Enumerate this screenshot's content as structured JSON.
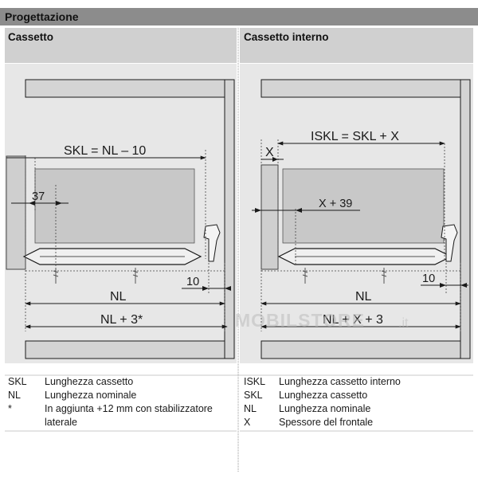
{
  "colors": {
    "header": "#8c8c8c",
    "subheader": "#d0d0d0",
    "panel": "#e7e7e7",
    "inner": "#c8c8c8",
    "line": "#1a1a1a",
    "watermark": "#c4c4c4"
  },
  "header": {
    "title": "Progettazione"
  },
  "left": {
    "heading": "Cassetto",
    "labels": {
      "skl": "SKL = NL – 10",
      "d37": "37",
      "d10": "10",
      "nl": "NL",
      "nl3": "NL + 3*"
    },
    "legend": [
      {
        "abbr": "SKL",
        "desc": "Lunghezza cassetto"
      },
      {
        "abbr": "NL",
        "desc": "Lunghezza nominale"
      },
      {
        "abbr": "*",
        "desc": "In aggiunta +12 mm con stabilizzatore"
      },
      {
        "abbr": "",
        "desc": "laterale"
      }
    ]
  },
  "right": {
    "heading": "Cassetto interno",
    "labels": {
      "iskl": "ISKL = SKL + X",
      "x": "X",
      "x39": "X + 39",
      "d10": "10",
      "nl": "NL",
      "nlx3": "NL + X + 3"
    },
    "legend": [
      {
        "abbr": "ISKL",
        "desc": "Lunghezza cassetto interno"
      },
      {
        "abbr": "SKL",
        "desc": "Lunghezza cassetto"
      },
      {
        "abbr": "NL",
        "desc": "Lunghezza nominale"
      },
      {
        "abbr": "X",
        "desc": "Spessore del frontale"
      }
    ]
  },
  "watermark": {
    "main": "MOBILSTORE",
    "suffix": ".it"
  }
}
